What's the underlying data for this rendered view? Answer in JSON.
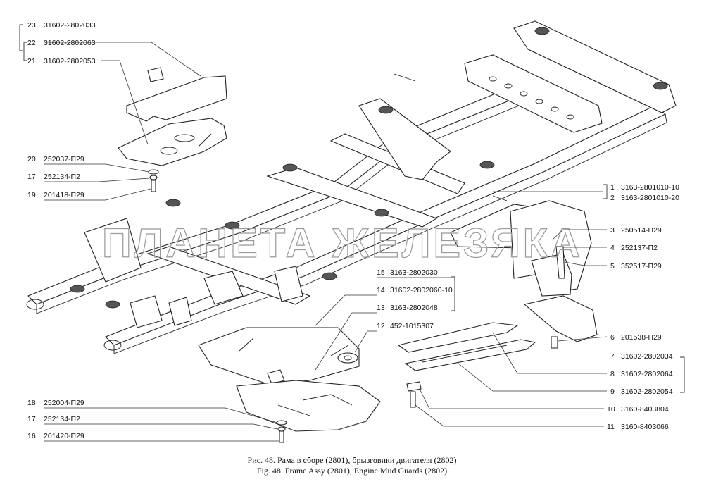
{
  "watermark": "ПЛАНЕТА ЖЕЛЕЗЯКА",
  "caption_ru": "Рис. 48. Рама в сборе (2801), брызговики двигателя (2802)",
  "caption_en": "Fig. 48. Frame Assy (2801), Engine Mud Guards (2802)",
  "callouts_left": [
    {
      "num": "23",
      "code": "31602-2802033"
    },
    {
      "num": "22",
      "code": "31602-2802063"
    },
    {
      "num": "21",
      "code": "31602-2802053"
    },
    {
      "num": "20",
      "code": "252037-П29"
    },
    {
      "num": "17",
      "code": "252134-П2"
    },
    {
      "num": "19",
      "code": "201418-П29"
    },
    {
      "num": "18",
      "code": "252004-П29"
    },
    {
      "num": "17",
      "code": "252134-П2"
    },
    {
      "num": "16",
      "code": "201420-П29"
    }
  ],
  "callouts_middle": [
    {
      "num": "15",
      "code": "3163-2802030"
    },
    {
      "num": "14",
      "code": "31602-2802060-10"
    },
    {
      "num": "13",
      "code": "3163-2802048"
    },
    {
      "num": "12",
      "code": "452-1015307"
    }
  ],
  "callouts_right": [
    {
      "num": "1",
      "code": "3163-2801010-10"
    },
    {
      "num": "2",
      "code": "3163-2801010-20"
    },
    {
      "num": "3",
      "code": "250514-П29"
    },
    {
      "num": "4",
      "code": "252137-П2"
    },
    {
      "num": "5",
      "code": "352517-П29"
    },
    {
      "num": "6",
      "code": "201538-П29"
    },
    {
      "num": "7",
      "code": "31602-2802034"
    },
    {
      "num": "8",
      "code": "31602-2802064"
    },
    {
      "num": "9",
      "code": "31602-2802054"
    },
    {
      "num": "10",
      "code": "3160-8403804"
    },
    {
      "num": "11",
      "code": "3160-8403066"
    }
  ]
}
